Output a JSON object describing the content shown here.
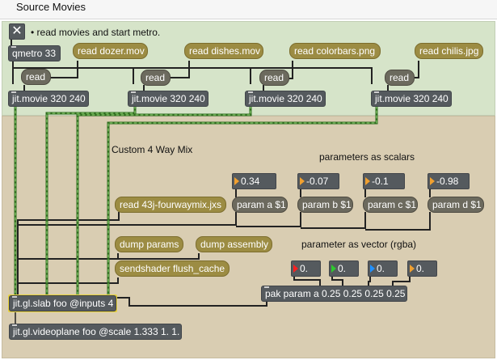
{
  "window": {
    "title": "Source Movies"
  },
  "top_section": {
    "toggle_glyph": "✕",
    "instruction": "• read movies and start metro.",
    "metro": "qmetro 33",
    "read_messages": [
      "read dozer.mov",
      "read dishes.mov",
      "read colorbars.png",
      "read chilis.jpg"
    ],
    "read_label": "read",
    "movies": [
      "jit.movie 320 240",
      "jit.movie 320 240",
      "jit.movie 320 240",
      "jit.movie 320 240"
    ]
  },
  "bottom_section": {
    "mix_label": "Custom 4 Way Mix",
    "scalars_label": "parameters as scalars",
    "scalars": [
      {
        "value": "0.34",
        "param": "param a $1"
      },
      {
        "value": "-0.07",
        "param": "param b $1"
      },
      {
        "value": "-0.1",
        "param": "param c $1"
      },
      {
        "value": "-0.98",
        "param": "param d $1"
      }
    ],
    "read_shader": "read 43j-fourwaymix.jxs",
    "dump_params": "dump params",
    "dump_assembly": "dump assembly",
    "flush_cache": "sendshader flush_cache",
    "vector_label": "parameter as vector (rgba)",
    "vector_values": [
      {
        "value": "0.",
        "color_name": "red"
      },
      {
        "value": "0.",
        "color_name": "green"
      },
      {
        "value": "0.",
        "color_name": "blue"
      },
      {
        "value": "0.",
        "color_name": "orange"
      }
    ],
    "pak": "pak param a 0.25 0.25 0.25 0.25",
    "slab": "jit.gl.slab foo @inputs 4",
    "videoplane": "jit.gl.videoplane foo @scale 1.333 1. 1."
  },
  "colors": {
    "top_region": "#d6e4c9",
    "bottom_region": "#d9cdb2",
    "object": "#555a5e",
    "message": "#6c6a5e",
    "message_gold": "#9c8c43",
    "slab_highlight": "#e8d33a",
    "signal_wire": "#4e9a35"
  }
}
